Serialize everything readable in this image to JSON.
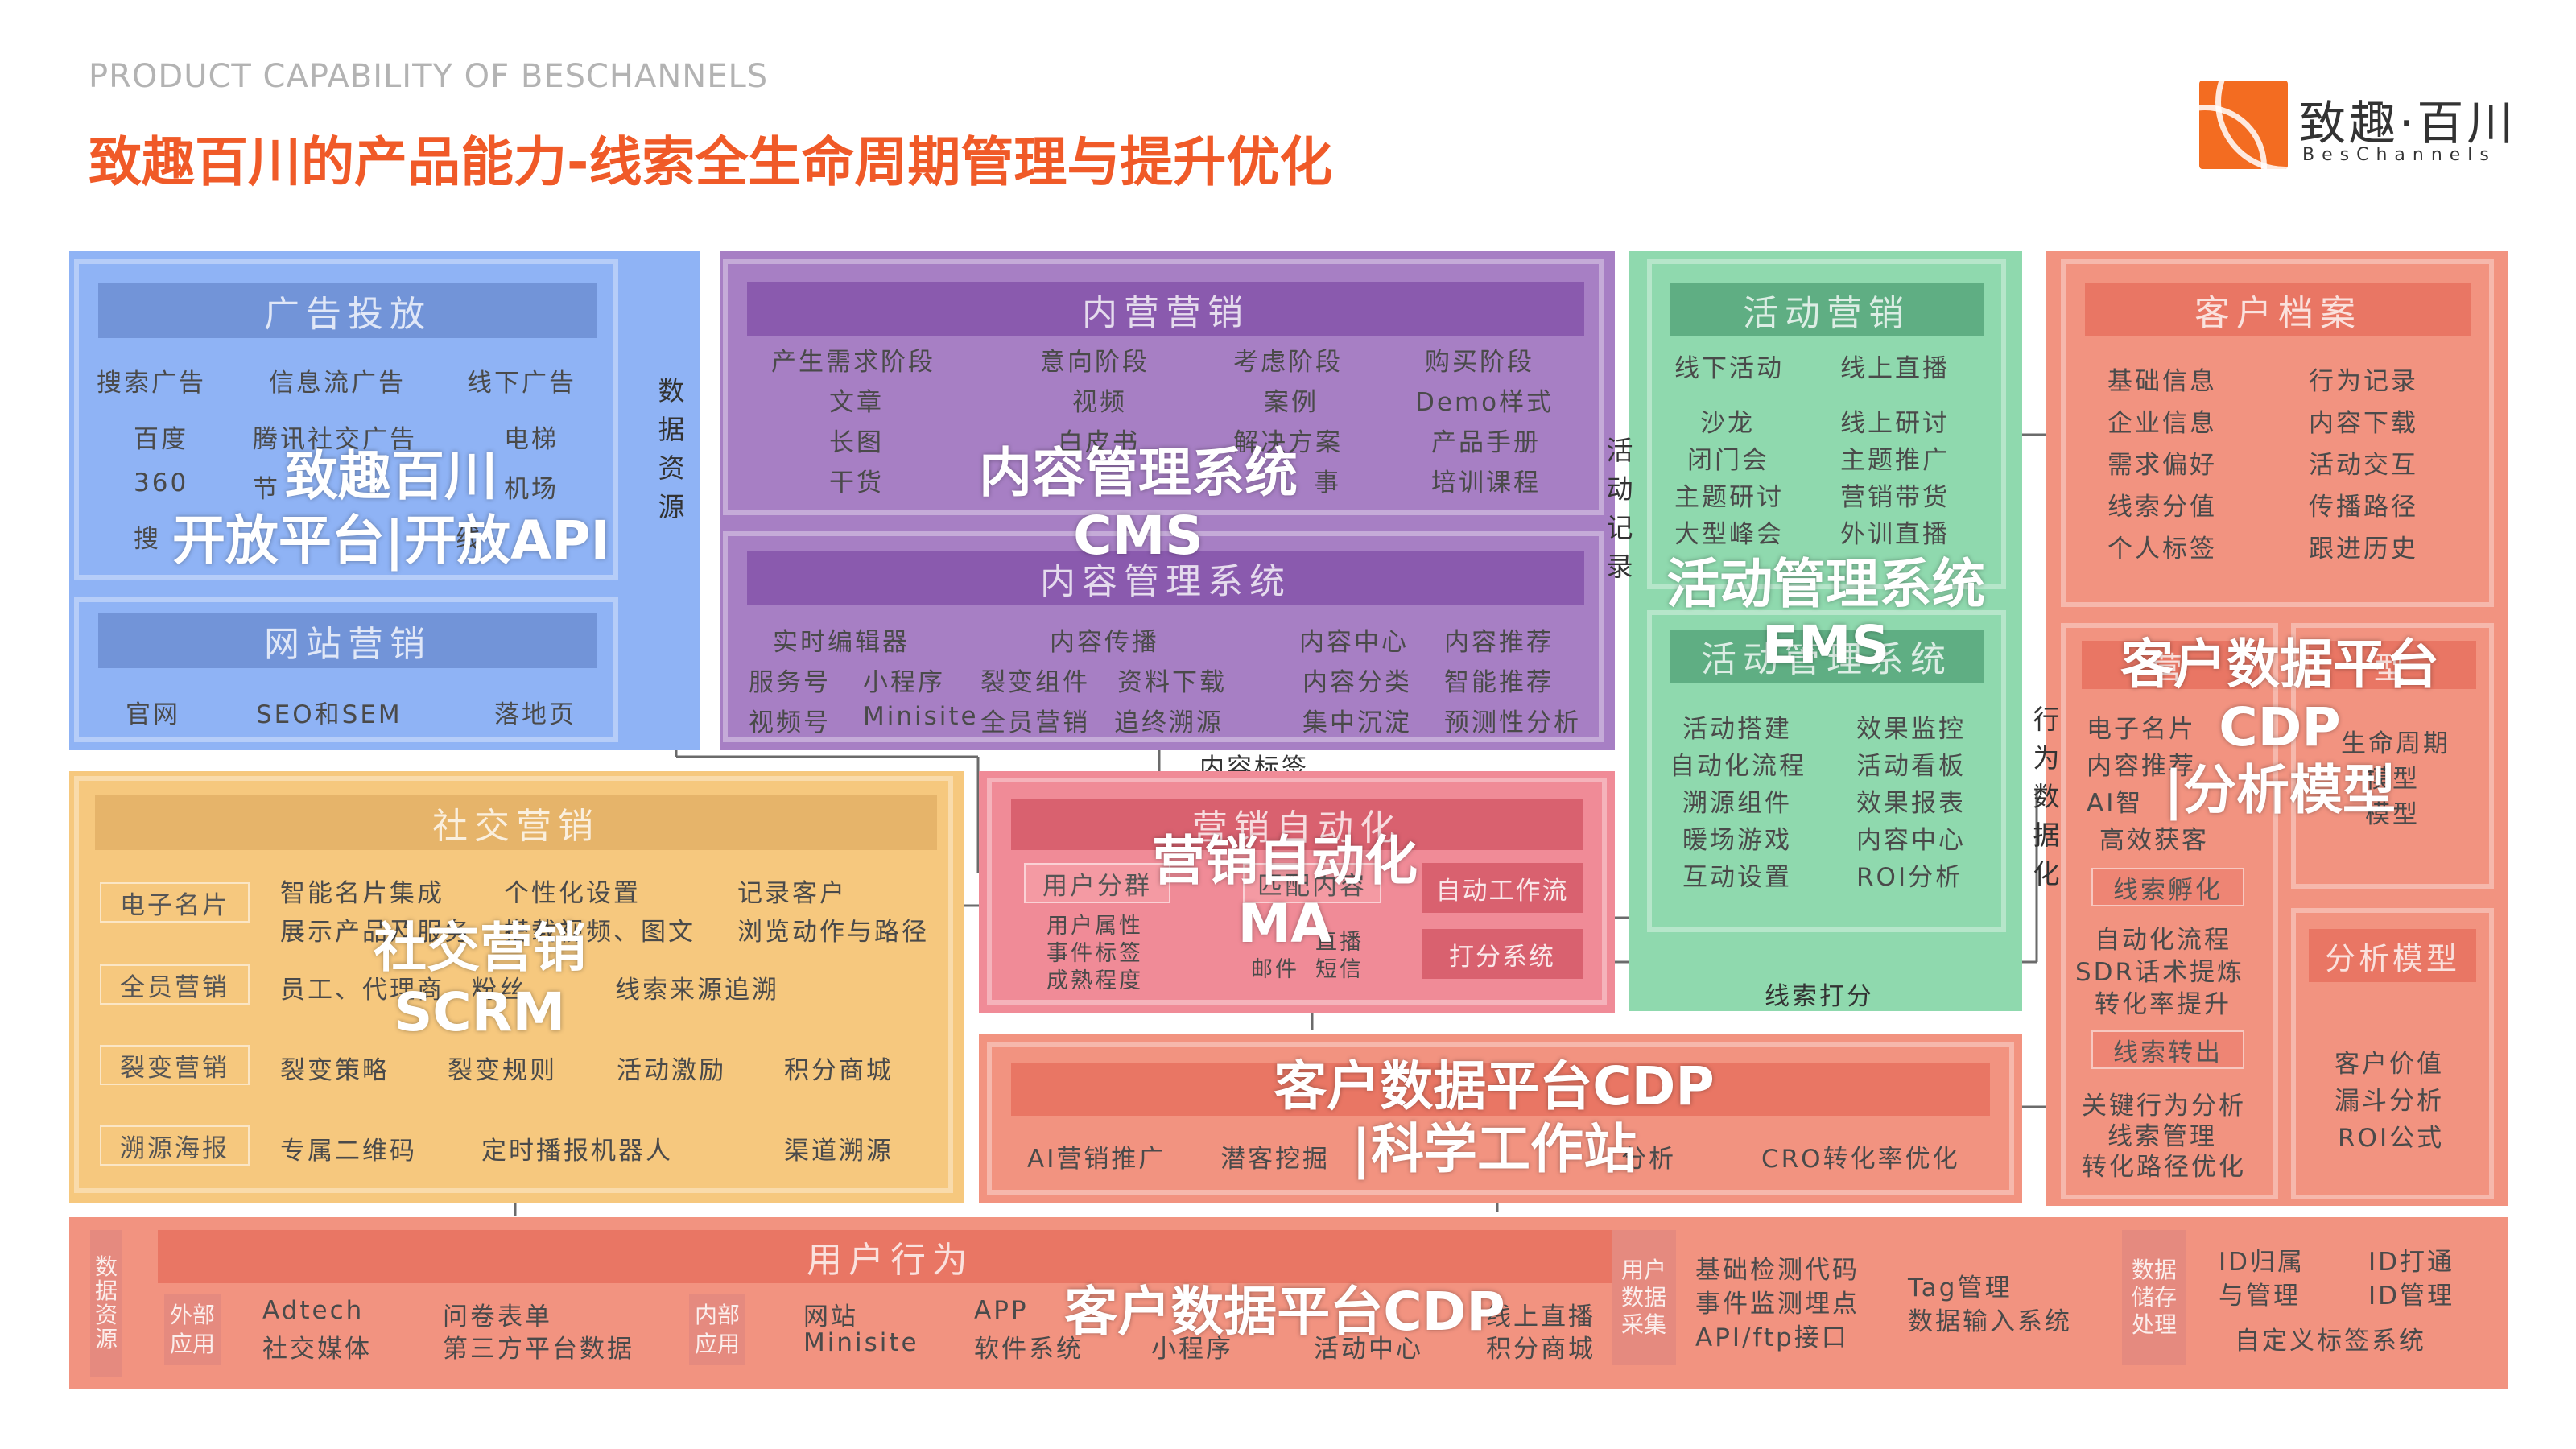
{
  "header": {
    "pretitle": "PRODUCT CAPABILITY OF BESCHANNELS",
    "title": "致趣百川的产品能力-线索全生命周期管理与提升优化"
  },
  "logo": {
    "cn": "致趣·百川",
    "en": "BesChannels"
  },
  "ad": {
    "bar": "广告投放",
    "row1": [
      "搜索广告",
      "信息流广告",
      "线下广告"
    ],
    "row2": [
      "百度",
      "腾讯社交广告",
      "电梯"
    ],
    "row3": [
      "360",
      "节",
      "机场"
    ],
    "row4": [
      "搜",
      "线"
    ],
    "side": "数据资源",
    "big1": "致趣百川",
    "big2": "开放平台|开放API"
  },
  "web": {
    "bar": "网站营销",
    "items": [
      "官网",
      "SEO和SEM",
      "落地页"
    ]
  },
  "content": {
    "bar": "内营营销",
    "stages": [
      "产生需求阶段",
      "意向阶段",
      "考虑阶段",
      "购买阶段"
    ],
    "row1": [
      "文章",
      "视频",
      "案例",
      "Demo样式"
    ],
    "row2": [
      "长图",
      "白皮书",
      "解决方案",
      "产品手册"
    ],
    "row3": [
      "干货",
      "事",
      "培训课程"
    ],
    "big1": "内容管理系统",
    "big2": "CMS"
  },
  "cms": {
    "bar": "内容管理系统",
    "row1": [
      "实时编辑器",
      "内容传播",
      "内容中心",
      "内容推荐"
    ],
    "row2": [
      "服务号",
      "小程序",
      "裂变组件",
      "资料下载",
      "内容分类",
      "智能推荐"
    ],
    "row3": [
      "视频号",
      "Minisite",
      "全员营销",
      "追终溯源",
      "集中沉淀",
      "预测性分析"
    ],
    "tag_label": "内容标签"
  },
  "events": {
    "bar": "活动营销",
    "row1": [
      "线下活动",
      "线上直播"
    ],
    "left": [
      "沙龙",
      "闭门会",
      "主题研讨",
      "大型峰会"
    ],
    "right": [
      "线上研讨",
      "主题推广",
      "营销带货",
      "外训直播"
    ],
    "side_left": "活动记录",
    "big1": "活动管理系统",
    "big2": "EMS"
  },
  "ems": {
    "bar": "活动管理系统",
    "left": [
      "活动搭建",
      "自动化流程",
      "溯源组件",
      "暖场游戏",
      "互动设置"
    ],
    "right": [
      "效果监控",
      "活动看板",
      "效果报表",
      "内容中心",
      "ROI分析"
    ],
    "bottom": "线索打分"
  },
  "profile": {
    "bar": "客户档案",
    "left": [
      "基础信息",
      "企业信息",
      "需求偏好",
      "线索分值",
      "个人标签"
    ],
    "right": [
      "行为记录",
      "内容下载",
      "活动交互",
      "传播路径",
      "跟进历史"
    ]
  },
  "cdp_right": {
    "side": "行为数据化",
    "bar_a": "营",
    "bar_b": "型",
    "col_a": [
      "电子名片",
      "内容推荐",
      "AI智",
      "高效获客"
    ],
    "col_b": [
      "生命周期",
      "模型",
      "模型"
    ],
    "tag1": "线索孵化",
    "mid": [
      "自动化流程",
      "SDR话术提炼",
      "转化率提升"
    ],
    "tag2": "线索转出",
    "bottom": [
      "关键行为分析",
      "线索管理",
      "转化路径优化"
    ],
    "analysis_bar": "分析模型",
    "analysis": [
      "客户价值",
      "漏斗分析",
      "ROI公式"
    ],
    "big1": "客户数据平台",
    "big2": "CDP",
    "big3": "|分析模型"
  },
  "social": {
    "bar": "社交营销",
    "tags": [
      "电子名片",
      "全员营销",
      "裂变营销",
      "溯源海报"
    ],
    "row1": [
      "智能名片集成",
      "个性化设置",
      "记录客户"
    ],
    "row1b": [
      "展示产品及服务",
      "搭载视频、图文",
      "浏览动作与路径"
    ],
    "row2": [
      "员工、代理商、粉丝",
      "线索来源追溯"
    ],
    "row3": [
      "裂变策略",
      "裂变规则",
      "活动激励",
      "积分商城"
    ],
    "row4": [
      "专属二维码",
      "定时播报机器人",
      "渠道溯源"
    ],
    "big1": "社交营销",
    "big2": "SCRM"
  },
  "ma": {
    "bar": "营销自动化",
    "tag1": "用户分群",
    "tag2": "匹配内容",
    "left_lines": [
      "用户属性",
      "事件标签",
      "成熟程度"
    ],
    "mid_lines": [
      "直播",
      "邮件",
      "短信"
    ],
    "btn1": "自动工作流",
    "btn2": "打分系统",
    "big1": "营销自动化",
    "big2": "MA"
  },
  "science": {
    "items": [
      "AI营销推广",
      "潜客挖掘",
      "分析",
      "CRO转化率优化"
    ],
    "big1": "客户数据平台CDP",
    "big2": "|科学工作站"
  },
  "behavior": {
    "side": "数据资源",
    "bar": "用户行为",
    "ext_tag": "外部应用",
    "ext_col1": [
      "Adtech",
      "社交媒体"
    ],
    "ext_col2": [
      "问卷表单",
      "第三方平台数据"
    ],
    "int_tag": "内部应用",
    "int_col1": [
      "网站",
      "Minisite"
    ],
    "int_col2": [
      "APP",
      "软件系统"
    ],
    "int_col3": [
      "小程序"
    ],
    "int_col4": [
      "活动中心"
    ],
    "int_col5": [
      "线上直播",
      "积分商城"
    ],
    "collect_tag": "用户数据采集",
    "collect_col1": [
      "基础检测代码",
      "事件监测埋点",
      "API/ftp接口"
    ],
    "collect_col2": [
      "Tag管理",
      "数据输入系统"
    ],
    "store_tag": "数据储存处理",
    "store_col1": [
      "ID归属",
      "与管理"
    ],
    "store_col2": [
      "ID打通",
      "ID管理"
    ],
    "store_bottom": "自定义标签系统",
    "big": "客户数据平台CDP"
  }
}
